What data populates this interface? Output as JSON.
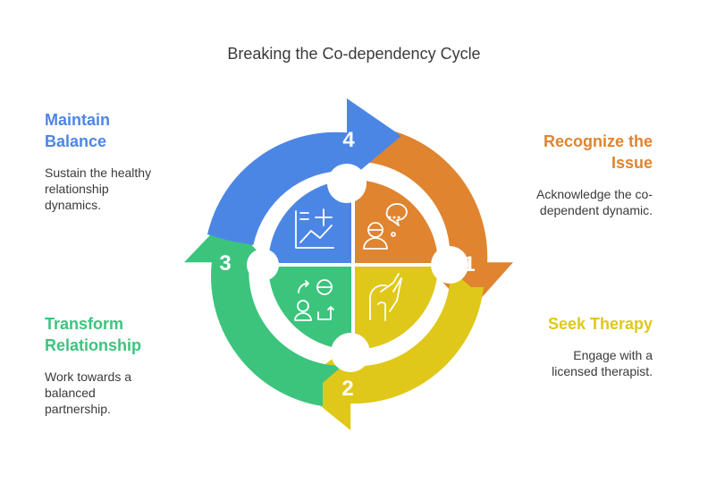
{
  "title": "Breaking the Co-dependency Cycle",
  "colors": {
    "orange": "#e0842f",
    "yellow": "#dfc81a",
    "green": "#3cc47d",
    "blue": "#4c86e5"
  },
  "steps": [
    {
      "number": "1",
      "title_lines": [
        "Recognize the",
        "Issue"
      ],
      "description_lines": [
        "Acknowledge the co-",
        "dependent dynamic."
      ],
      "icon": "thinking-person-icon"
    },
    {
      "number": "2",
      "title_lines": [
        "Seek Therapy"
      ],
      "description_lines": [
        "Engage with a",
        "licensed therapist."
      ],
      "icon": "supportive-hand-icon"
    },
    {
      "number": "3",
      "title_lines": [
        "Transform",
        "Relationship"
      ],
      "description_lines": [
        "Work towards a",
        "balanced",
        "partnership."
      ],
      "icon": "exchange-people-icon"
    },
    {
      "number": "4",
      "title_lines": [
        "Maintain",
        "Balance"
      ],
      "description_lines": [
        "Sustain the healthy",
        "relationship",
        "dynamics."
      ],
      "icon": "chart-plus-icon"
    }
  ]
}
